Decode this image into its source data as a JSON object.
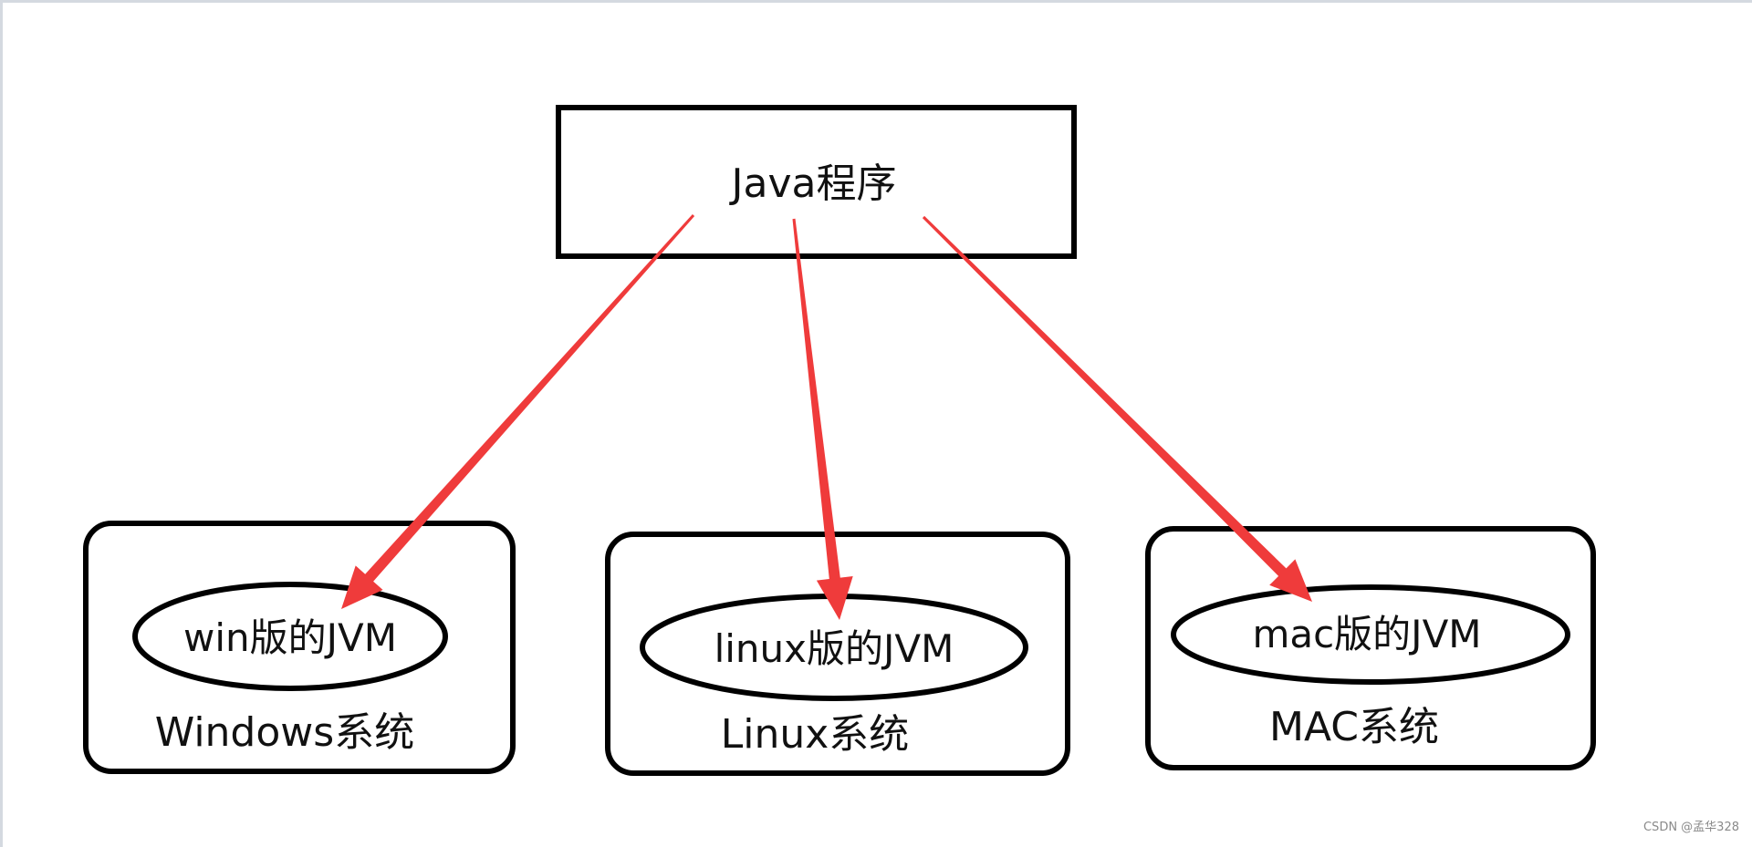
{
  "diagram": {
    "source": {
      "label": "Java程序"
    },
    "targets": [
      {
        "jvm_label": "win版的JVM",
        "system_label": "Windows系统"
      },
      {
        "jvm_label": "linux版的JVM",
        "system_label": "Linux系统"
      },
      {
        "jvm_label": "mac版的JVM",
        "system_label": "MAC系统"
      }
    ],
    "colors": {
      "arrow": "#ef3b3b",
      "stroke": "#000000",
      "text": "#111111"
    }
  },
  "watermark": "CSDN @孟华328"
}
